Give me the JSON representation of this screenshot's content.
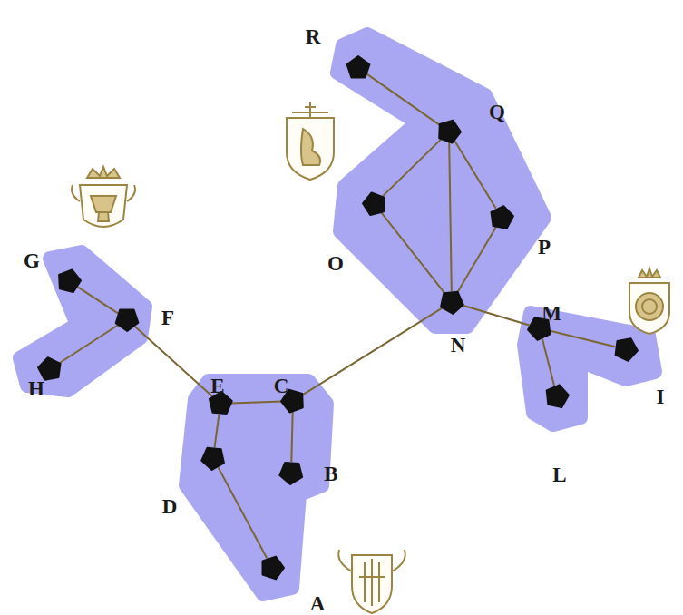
{
  "diagram": {
    "nodes": [
      {
        "text": [
          "R"
        ]
      },
      {
        "text": [
          "Q"
        ]
      },
      {
        "text": [
          "O"
        ]
      },
      {
        "text": [
          "P"
        ]
      },
      {
        "text": [
          "N"
        ]
      },
      {
        "text": [
          "M"
        ]
      },
      {
        "text": [
          "G"
        ]
      },
      {
        "text": [
          "F"
        ]
      },
      {
        "text": [
          "H"
        ]
      },
      {
        "text": [
          "I"
        ]
      },
      {
        "text": [
          "E"
        ]
      },
      {
        "text": [
          "C"
        ]
      },
      {
        "text": [
          "B"
        ]
      },
      {
        "text": [
          "L"
        ]
      },
      {
        "text": [
          "D"
        ]
      },
      {
        "text": [
          "A"
        ]
      }
    ],
    "edges": [
      {
        "from": 0,
        "to": 1,
        "arrow": "none"
      },
      {
        "from": 1,
        "to": 2,
        "arrow": "none"
      },
      {
        "from": 1,
        "to": 4,
        "arrow": "none"
      },
      {
        "from": 1,
        "to": 3,
        "arrow": "none"
      },
      {
        "from": 2,
        "to": 4,
        "arrow": "none"
      },
      {
        "from": 3,
        "to": 4,
        "arrow": "none"
      },
      {
        "from": 4,
        "to": 5,
        "arrow": "none"
      },
      {
        "from": 5,
        "to": 9,
        "arrow": "none"
      },
      {
        "from": 5,
        "to": 13,
        "arrow": "none"
      },
      {
        "from": 4,
        "to": 11,
        "arrow": "none"
      },
      {
        "from": 11,
        "to": 10,
        "arrow": "none"
      },
      {
        "from": 11,
        "to": 12,
        "arrow": "none"
      },
      {
        "from": 10,
        "to": 14,
        "arrow": "none"
      },
      {
        "from": 14,
        "to": 15,
        "arrow": "none"
      },
      {
        "from": 10,
        "to": 7,
        "arrow": "none"
      },
      {
        "from": 7,
        "to": 6,
        "arrow": "none"
      },
      {
        "from": 7,
        "to": 8,
        "arrow": "none"
      }
    ]
  }
}
